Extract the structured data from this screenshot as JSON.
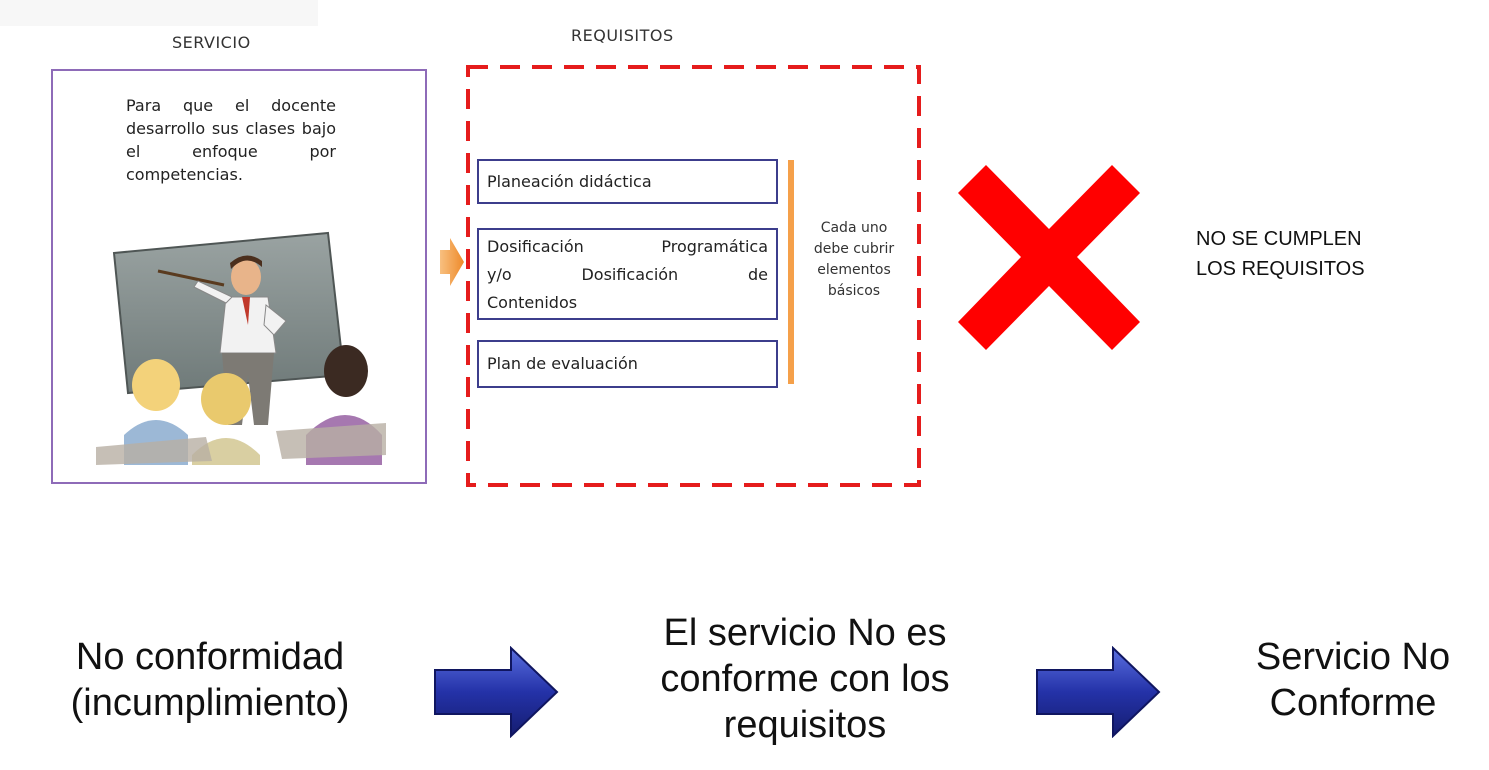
{
  "service": {
    "label": "SERVICIO",
    "text": "Para que el docente desarrollo sus clases bajo el enfoque por competencias."
  },
  "requirements": {
    "label": "REQUISITOS",
    "items": [
      {
        "text": "Planeación didáctica"
      },
      {
        "word1": "Dosificación",
        "word2": "Programática",
        "word3": "y/o",
        "word4": "Dosificación",
        "word5": "de",
        "word6": "Contenidos"
      },
      {
        "text": "Plan de evaluación"
      }
    ],
    "note_lines": [
      "Cada uno",
      "debe cubrir",
      "elementos",
      "básicos"
    ]
  },
  "verdict": {
    "icon": "x-mark-icon",
    "lines": [
      "NO SE CUMPLEN",
      "LOS REQUISITOS"
    ]
  },
  "flow": {
    "left_lines": [
      "No conformidad",
      "(incumplimiento)"
    ],
    "mid_lines": [
      "El servicio No es",
      "conforme con los",
      "requisitos"
    ],
    "right_lines": [
      "Servicio No",
      "Conforme"
    ]
  },
  "colors": {
    "service_border": "#8e6bb8",
    "req_dash": "#e51c1c",
    "req_box_border": "#3c3d8c",
    "bracket": "#f5a04a",
    "x_mark": "#ff0000",
    "flow_arrow": "#1e2aa0"
  }
}
